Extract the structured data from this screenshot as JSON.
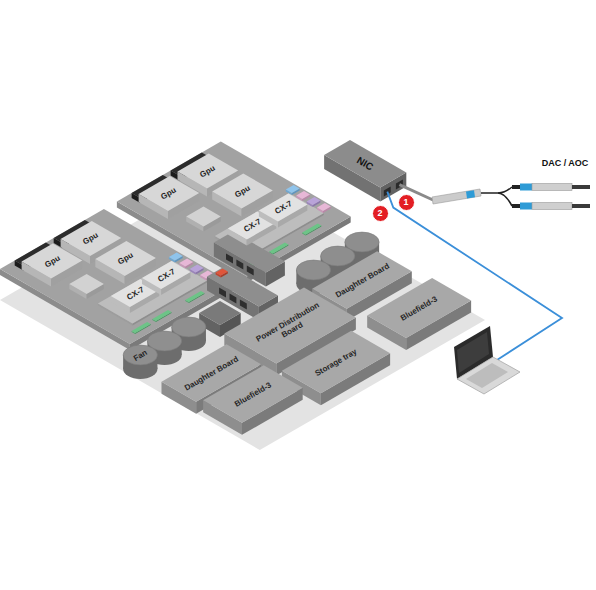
{
  "diagram": {
    "nodes": [
      {
        "text": [
          "Gpu"
        ]
      },
      {
        "text": [
          "Gpu"
        ]
      },
      {
        "text": [
          "Gpu"
        ]
      },
      {
        "text": [
          "CX-7"
        ]
      },
      {
        "text": [
          "CX-7"
        ]
      },
      {
        "text": [
          "NIC"
        ]
      },
      {
        "text": [
          "Gpu"
        ]
      },
      {
        "text": [
          "Gpu"
        ]
      },
      {
        "text": [
          "Gpu"
        ]
      },
      {
        "text": [
          "CX-7"
        ]
      },
      {
        "text": [
          "CX-7"
        ]
      },
      {
        "text": [
          "Daughter Board"
        ]
      },
      {
        "text": [
          "Bluefield-3"
        ]
      },
      {
        "text": [
          "Power Distribution Board"
        ]
      },
      {
        "text": [
          "Storage tray"
        ]
      },
      {
        "text": [
          "Fan"
        ]
      },
      {
        "text": [
          "Daughter Board"
        ]
      },
      {
        "text": [
          "Bluefield-3"
        ]
      }
    ],
    "labels": [
      "1",
      "2",
      "DAC / AOC"
    ]
  }
}
